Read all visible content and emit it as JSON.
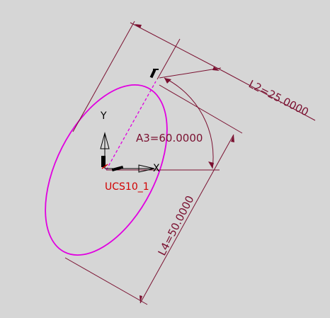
{
  "canvas": {
    "background": "#d6d6d6"
  },
  "colors": {
    "ellipse": "#e000e0",
    "dimension": "#7a1030",
    "axis": "#000000",
    "ucs_label": "#d10000"
  },
  "dimensions": {
    "l2": {
      "label": "L2=25.0000",
      "value": 25.0
    },
    "a3": {
      "label": "A3=60.0000",
      "value": 60.0
    },
    "l4": {
      "label": "L4=50.0000",
      "value": 50.0
    }
  },
  "axes": {
    "x_label": "X",
    "y_label": "Y"
  },
  "ucs": {
    "label": "UCS10_1"
  },
  "icons": [
    "ucs-triad-icon",
    "arrow-icon",
    "point-marker-icon"
  ]
}
